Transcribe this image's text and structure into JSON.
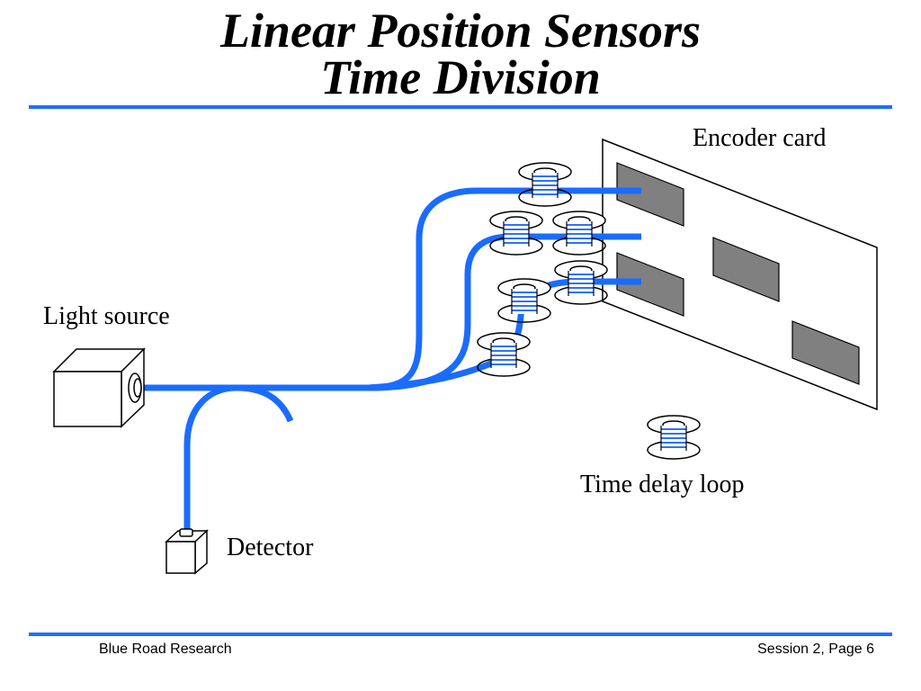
{
  "slide": {
    "title_line_1": "Linear Position Sensors",
    "title_line_2": "Time Division"
  },
  "labels": {
    "encoder_card": "Encoder card",
    "light_source": "Light source",
    "time_delay_loop": "Time delay loop",
    "detector": "Detector"
  },
  "footer": {
    "left": "Blue Road Research",
    "right": "Session 2, Page 6"
  },
  "colors": {
    "fiber": "#1a6cff",
    "rule": "#1f6fff",
    "window": "#808080",
    "coil": "#2f6fff"
  }
}
